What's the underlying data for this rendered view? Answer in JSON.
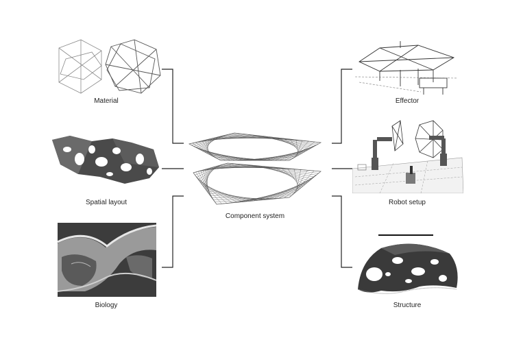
{
  "diagram": {
    "captions": {
      "material": "Material",
      "spatial_layout": "Spatial layout",
      "biology": "Biology",
      "component_system": "Component system",
      "effector": "Effector",
      "robot_setup": "Robot setup",
      "structure": "Structure"
    }
  },
  "colors": {
    "line": "#222222",
    "wire": "#555555",
    "shell": "#3a3a3a",
    "photo": "#5a5a5a"
  }
}
